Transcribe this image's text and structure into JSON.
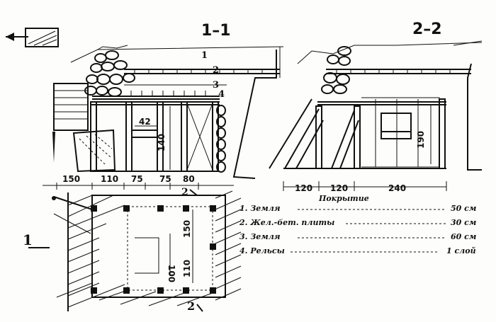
{
  "section_left": {
    "title": "1–1",
    "layer_numbers": [
      "1",
      "2",
      "3",
      "4"
    ]
  },
  "section_right": {
    "title": "2–2"
  },
  "dims_left_section": {
    "height_inner": "140",
    "width_inner": "42"
  },
  "dims_right_section": {
    "height": "190",
    "bottom": [
      "120",
      "120",
      "240"
    ]
  },
  "dims_plan_top": [
    "150",
    "110",
    "75",
    "75",
    "80"
  ],
  "dims_plan_inner": [
    "100",
    "150",
    "110"
  ],
  "cut_marks": {
    "one_left": "1",
    "two_top": "2",
    "two_bottom": "2"
  },
  "legend": {
    "heading": "Покрытие",
    "rows": [
      {
        "label": "1. Земля",
        "value": "50 см"
      },
      {
        "label": "2. Жел.-бет. плиты",
        "value": "30 см"
      },
      {
        "label": "3. Земля",
        "value": "60 см"
      },
      {
        "label": "4. Рельсы",
        "value": "1 слой"
      }
    ]
  }
}
